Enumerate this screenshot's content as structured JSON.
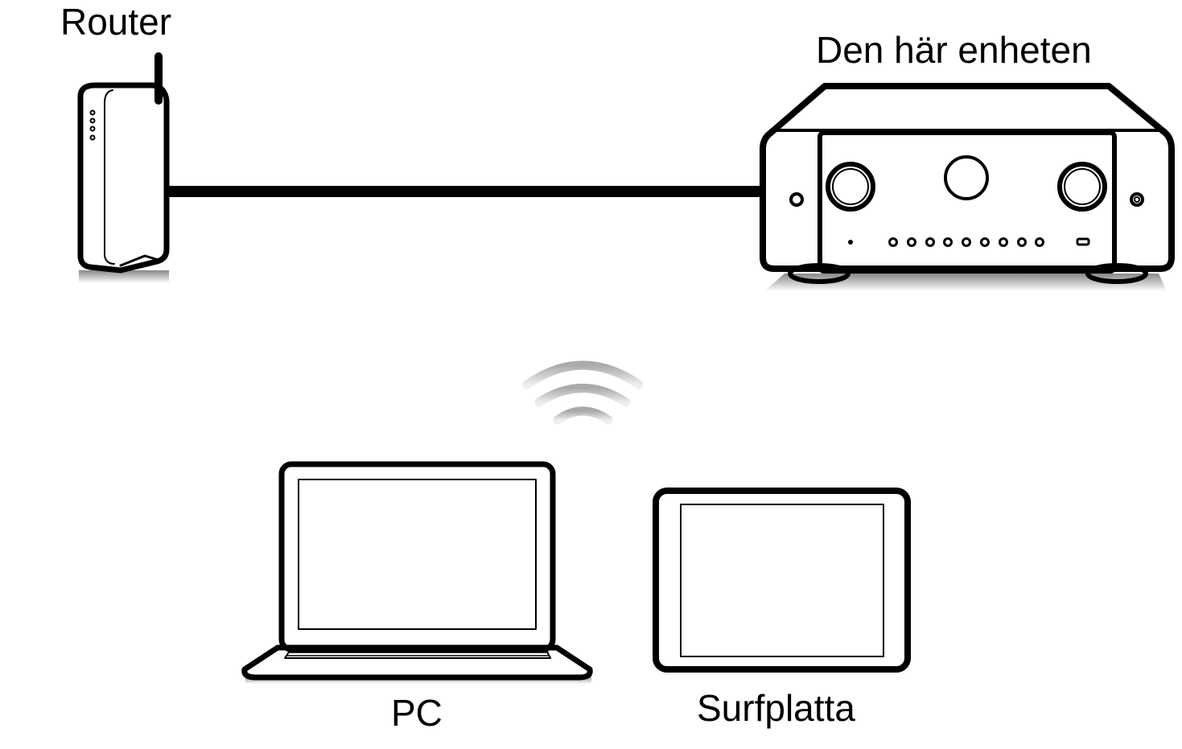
{
  "labels": {
    "router": "Router",
    "this_unit": "Den här enheten",
    "pc": "PC",
    "tablet": "Surfplatta"
  },
  "colors": {
    "line": "#000000",
    "background": "#ffffff",
    "shadow": "#bdbdbd",
    "wifi": "#c8c8c8"
  }
}
